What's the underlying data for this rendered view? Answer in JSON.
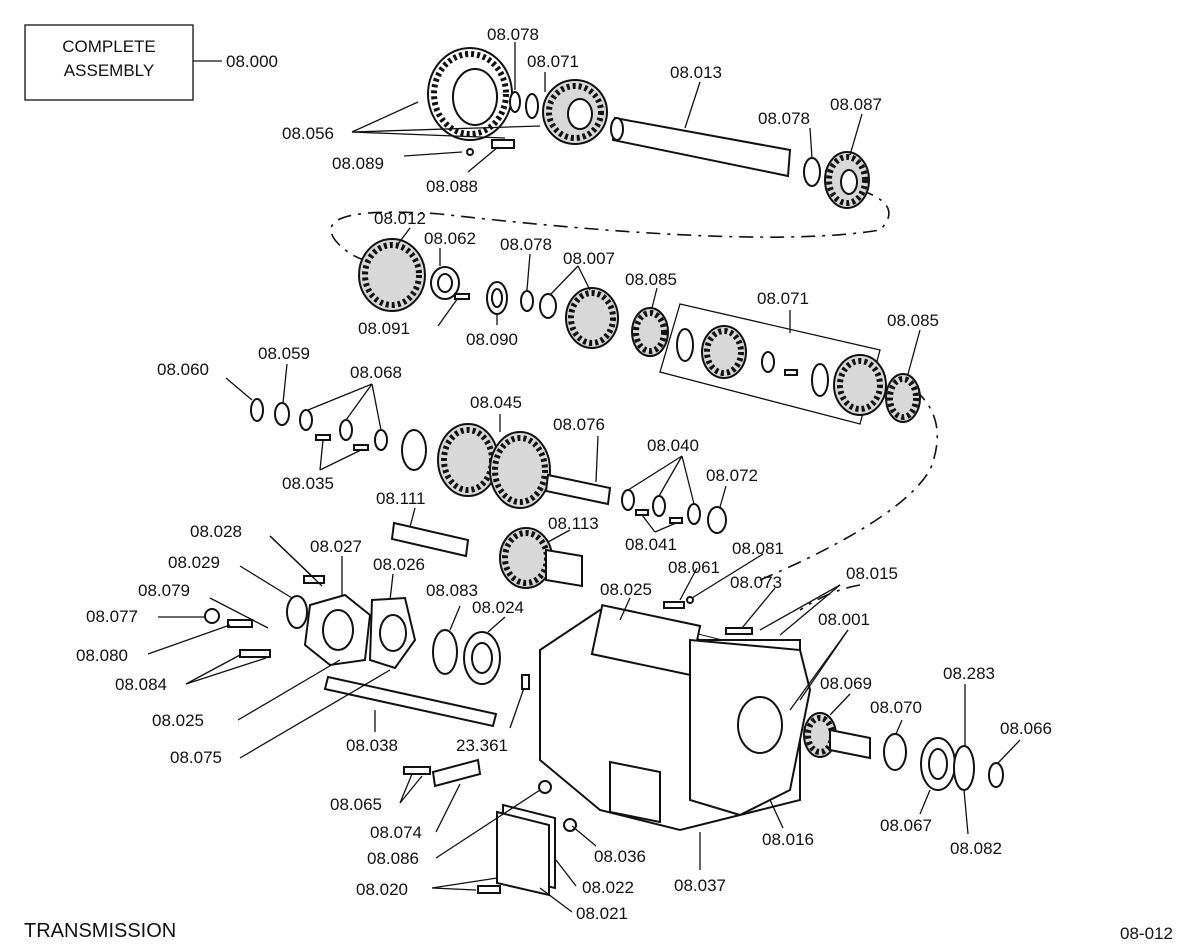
{
  "title": "TRANSMISSION",
  "page_code": "08-012",
  "assembly_box": {
    "line1": "COMPLETE",
    "line2": "ASSEMBLY",
    "code": "08.000"
  },
  "labels": [
    "08.078",
    "08.071",
    "08.013",
    "08.056",
    "08.089",
    "08.088",
    "08.078",
    "08.087",
    "08.012",
    "08.062",
    "08.078",
    "08.007",
    "08.085",
    "08.071",
    "08.085",
    "08.091",
    "08.090",
    "08.060",
    "08.059",
    "08.068",
    "08.045",
    "08.076",
    "08.040",
    "08.072",
    "08.035",
    "08.111",
    "08.113",
    "08.041",
    "08.028",
    "08.027",
    "08.026",
    "08.029",
    "08.079",
    "08.077",
    "08.080",
    "08.084",
    "08.083",
    "08.024",
    "08.025",
    "08.061",
    "08.081",
    "08.073",
    "08.015",
    "08.001",
    "08.069",
    "08.283",
    "08.070",
    "08.066",
    "08.025",
    "08.075",
    "08.038",
    "23.361",
    "08.065",
    "08.074",
    "08.086",
    "08.020",
    "08.022",
    "08.021",
    "08.036",
    "08.037",
    "08.016",
    "08.067",
    "08.082"
  ]
}
